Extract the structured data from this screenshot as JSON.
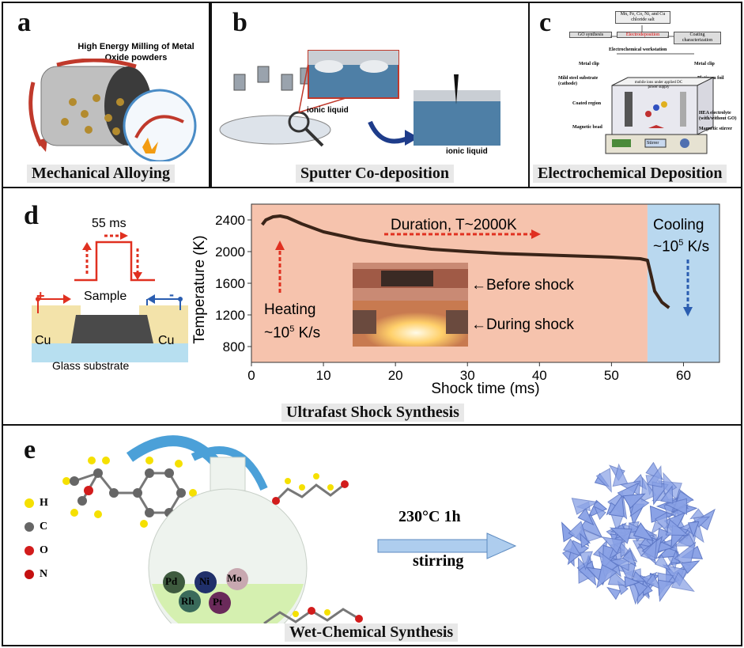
{
  "panel_a": {
    "label": "a",
    "title": "High Energy Milling of Metal Oxide powders",
    "caption": "Mechanical Alloying"
  },
  "panel_b": {
    "label": "b",
    "ionic_liquid_1": "ionic liquid",
    "ionic_liquid_2": "ionic liquid",
    "caption": "Sputter Co-deposition"
  },
  "panel_c": {
    "label": "c",
    "salt_box": "Mn, Fe, Co, Ni, and Cu chloride salt",
    "go_synthesis": "GO synthesis",
    "electrodeposition": "Electrodeposition",
    "coating_char": "Coating characterization",
    "workstation": "Electrochemical workstation",
    "metal_clip_left": "Metal clip",
    "metal_clip_right": "Metal clip",
    "cathode": "Mild steel substrate (cathode)",
    "anode": "Platinum foil (anode)",
    "power_supply": "mobile ions under applied DC power supply",
    "coated_region": "Coated region",
    "hea_electrolyte": "HEA electrolyte (with/without GO)",
    "magnetic_bead": "Magnetic bead",
    "magnetic_stirrer": "Magnetic stirrer",
    "stirrer_label": "Stirrer",
    "caption": "Electrochemical Deposition"
  },
  "panel_d": {
    "label": "d",
    "pulse": "55 ms",
    "plus": "+",
    "minus": "-",
    "sample": "Sample",
    "cu_left": "Cu",
    "cu_right": "Cu",
    "glass": "Glass substrate",
    "duration": "Duration, T~2000K",
    "cooling": "Cooling",
    "cooling_rate": "~10",
    "cooling_exp": "5",
    "cooling_unit": " K/s",
    "heating": "Heating",
    "heating_rate": "~10",
    "heating_exp": "5",
    "heating_unit": " K/s",
    "before": "Before shock",
    "during": "During shock",
    "caption": "Ultrafast Shock Synthesis"
  },
  "panel_e": {
    "label": "e",
    "condition": "230°C 1h",
    "stirring": "stirring",
    "legend": [
      "H",
      "C",
      "O",
      "N"
    ],
    "metals": [
      "Pd",
      "Ni",
      "Mo",
      "Rh",
      "Pt"
    ],
    "caption": "Wet-Chemical Synthesis"
  },
  "colors": {
    "heating_zone": "#f6c3ad",
    "cooling_zone": "#b9d8ef",
    "curve": "#3a2418",
    "arrow_red": "#e03020",
    "arrow_blue": "#2a5db0",
    "flower": "#8aa2e6"
  },
  "chart_data": {
    "type": "line",
    "xlabel": "Shock time (ms)",
    "ylabel": "Temperature (K)",
    "xlim": [
      0,
      65
    ],
    "ylim": [
      600,
      2600
    ],
    "xticks": [
      0,
      10,
      20,
      30,
      40,
      50,
      60
    ],
    "yticks": [
      800,
      1200,
      1600,
      2000,
      2400
    ],
    "heating_region": [
      0,
      55
    ],
    "cooling_region": [
      55,
      65
    ],
    "series": [
      {
        "x": [
          1.5,
          2,
          3,
          4,
          5,
          7,
          10,
          15,
          20,
          25,
          30,
          35,
          40,
          45,
          50,
          54,
          55,
          55.5,
          56,
          57,
          58
        ],
        "y": [
          2340,
          2400,
          2440,
          2450,
          2430,
          2350,
          2250,
          2150,
          2080,
          2030,
          2000,
          1975,
          1960,
          1945,
          1930,
          1910,
          1890,
          1700,
          1500,
          1360,
          1290
        ]
      }
    ]
  }
}
